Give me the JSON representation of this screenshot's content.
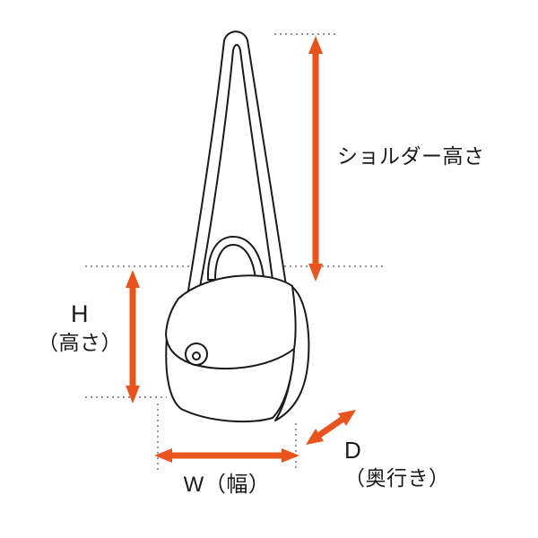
{
  "diagram": {
    "kind": "bag-dimension-diagram"
  },
  "labels": {
    "shoulder_height": "ショルダー高さ",
    "height_abbr": "H",
    "height_full": "（高さ）",
    "width": "W（幅）",
    "depth_abbr": "D",
    "depth_full": "（奥行き）"
  },
  "colors": {
    "arrow": "#E8541E",
    "line_art": "#1A1A1A",
    "dotted_guide": "#6E6E6E",
    "text": "#1A1A1A",
    "background": "#FFFFFF"
  }
}
